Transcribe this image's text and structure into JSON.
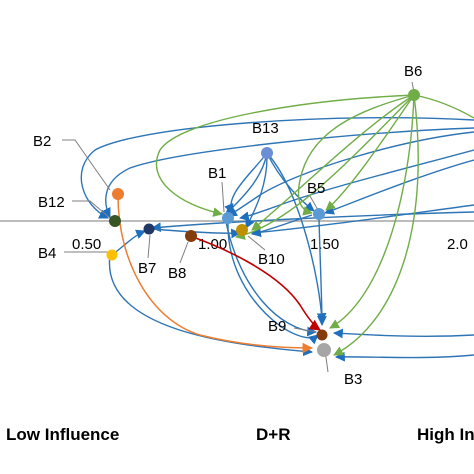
{
  "axis": {
    "ticks": [
      "0.50",
      "1.00",
      "1.50",
      "2.0"
    ]
  },
  "nodes": {
    "B1": "B1",
    "B2": "B2",
    "B3": "B3",
    "B4": "B4",
    "B5": "B5",
    "B6": "B6",
    "B7": "B7",
    "B8": "B8",
    "B9": "B9",
    "B10": "B10",
    "B12": "B12",
    "B13": "B13"
  },
  "footer": {
    "left": "Low Influence",
    "center": "D+R",
    "right": "High In"
  },
  "colors": {
    "blue": "#2e75b6",
    "green": "#70ad47",
    "orange": "#ed7d31",
    "red": "#c00000",
    "node_b13": "#6b8fd6",
    "node_b6": "#70ad47",
    "node_b2": "#ed7d31",
    "node_b12": "#375623",
    "node_b7": "#203864",
    "node_b8": "#843c0c",
    "node_b10": "#bf9000",
    "node_b4": "#ffc000",
    "node_b3": "#a6a6a6"
  }
}
